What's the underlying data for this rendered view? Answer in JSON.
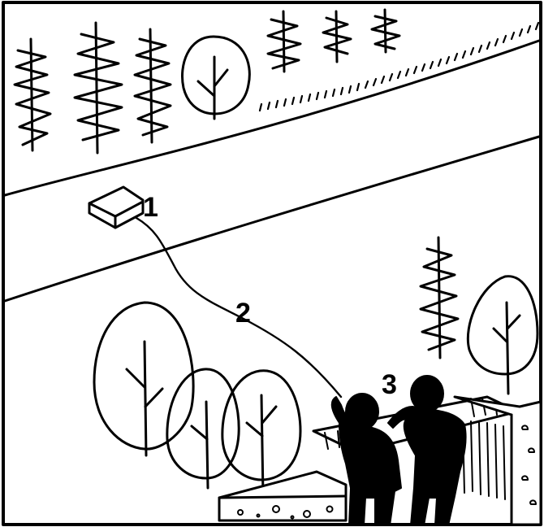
{
  "figure": {
    "callouts": [
      {
        "id": "1",
        "text": "1"
      },
      {
        "id": "2",
        "text": "2"
      },
      {
        "id": "3",
        "text": "3"
      }
    ],
    "colors": {
      "ink": "#000000",
      "paper": "#ffffff"
    },
    "icons": [
      "conifer-tree-icon",
      "deciduous-tree-icon",
      "box-icon",
      "person-silhouette-icon",
      "trench-icon",
      "hedge-icon"
    ]
  }
}
